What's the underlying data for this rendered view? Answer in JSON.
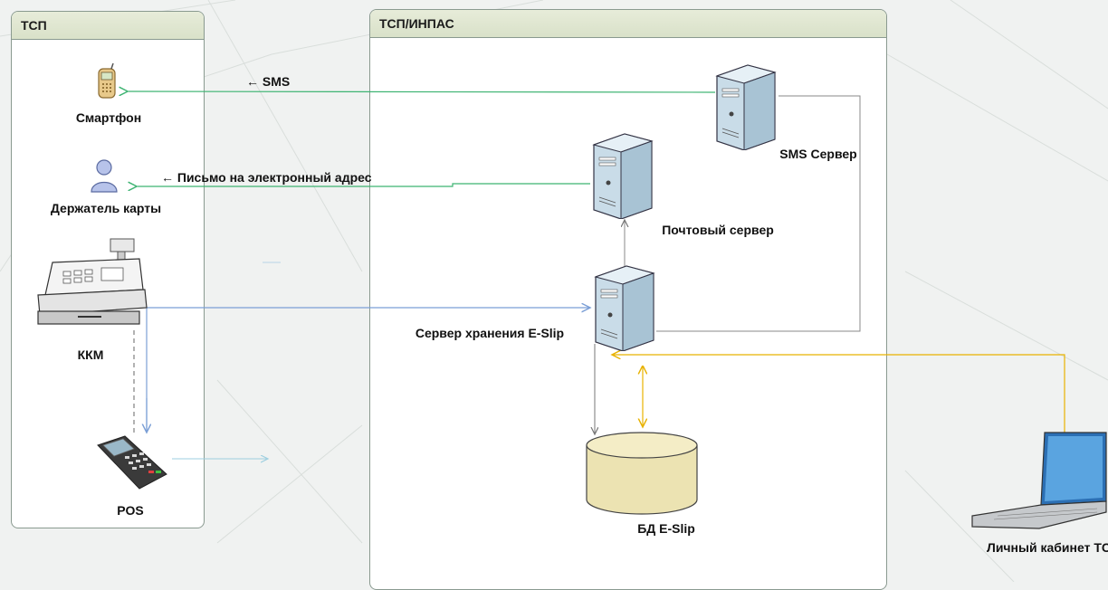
{
  "panels": {
    "tsp_title": "ТСП",
    "inpas_title": "ТСП/ИНПАС"
  },
  "nodes": {
    "smartphone": "Смартфон",
    "cardholder": "Держатель карты",
    "kkm": "ККМ",
    "pos": "POS",
    "sms_server": "SMS Сервер",
    "mail_server": "Почтовый сервер",
    "eslip_server": "Сервер хранения E-Slip",
    "eslip_db": "БД E-Slip",
    "cabinet": "Личный кабинет ТСП"
  },
  "edges": {
    "sms": "← SMS",
    "email": "← Письмо на электронный адрес"
  },
  "colors": {
    "green_edge": "#3cb371",
    "blue_edge": "#7b9fd6",
    "yellow_edge": "#e8b200",
    "gray_edge": "#777777",
    "panel_header": "#dfe6cf"
  }
}
